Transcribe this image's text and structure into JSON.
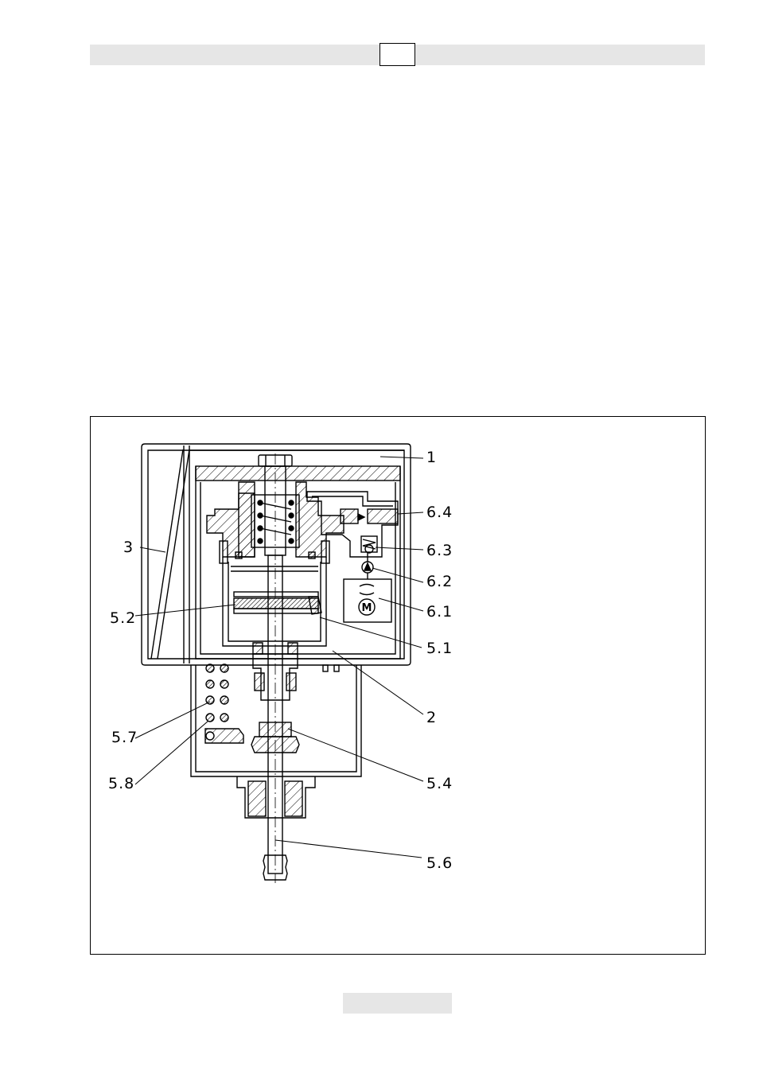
{
  "header": {
    "page_box_text": ""
  },
  "footer": {
    "text": ""
  },
  "diagram": {
    "labels": {
      "l1": "1",
      "l2": "2",
      "l3": "3",
      "l51": "5.1",
      "l52": "5.2",
      "l54": "5.4",
      "l56": "5.6",
      "l57": "5.7",
      "l58": "5.8",
      "l61": "6.1",
      "l62": "6.2",
      "l63": "6.3",
      "l64": "6.4"
    },
    "motor_symbol": "M"
  },
  "colors": {
    "bar": "#e6e6e6",
    "line": "#000000"
  }
}
